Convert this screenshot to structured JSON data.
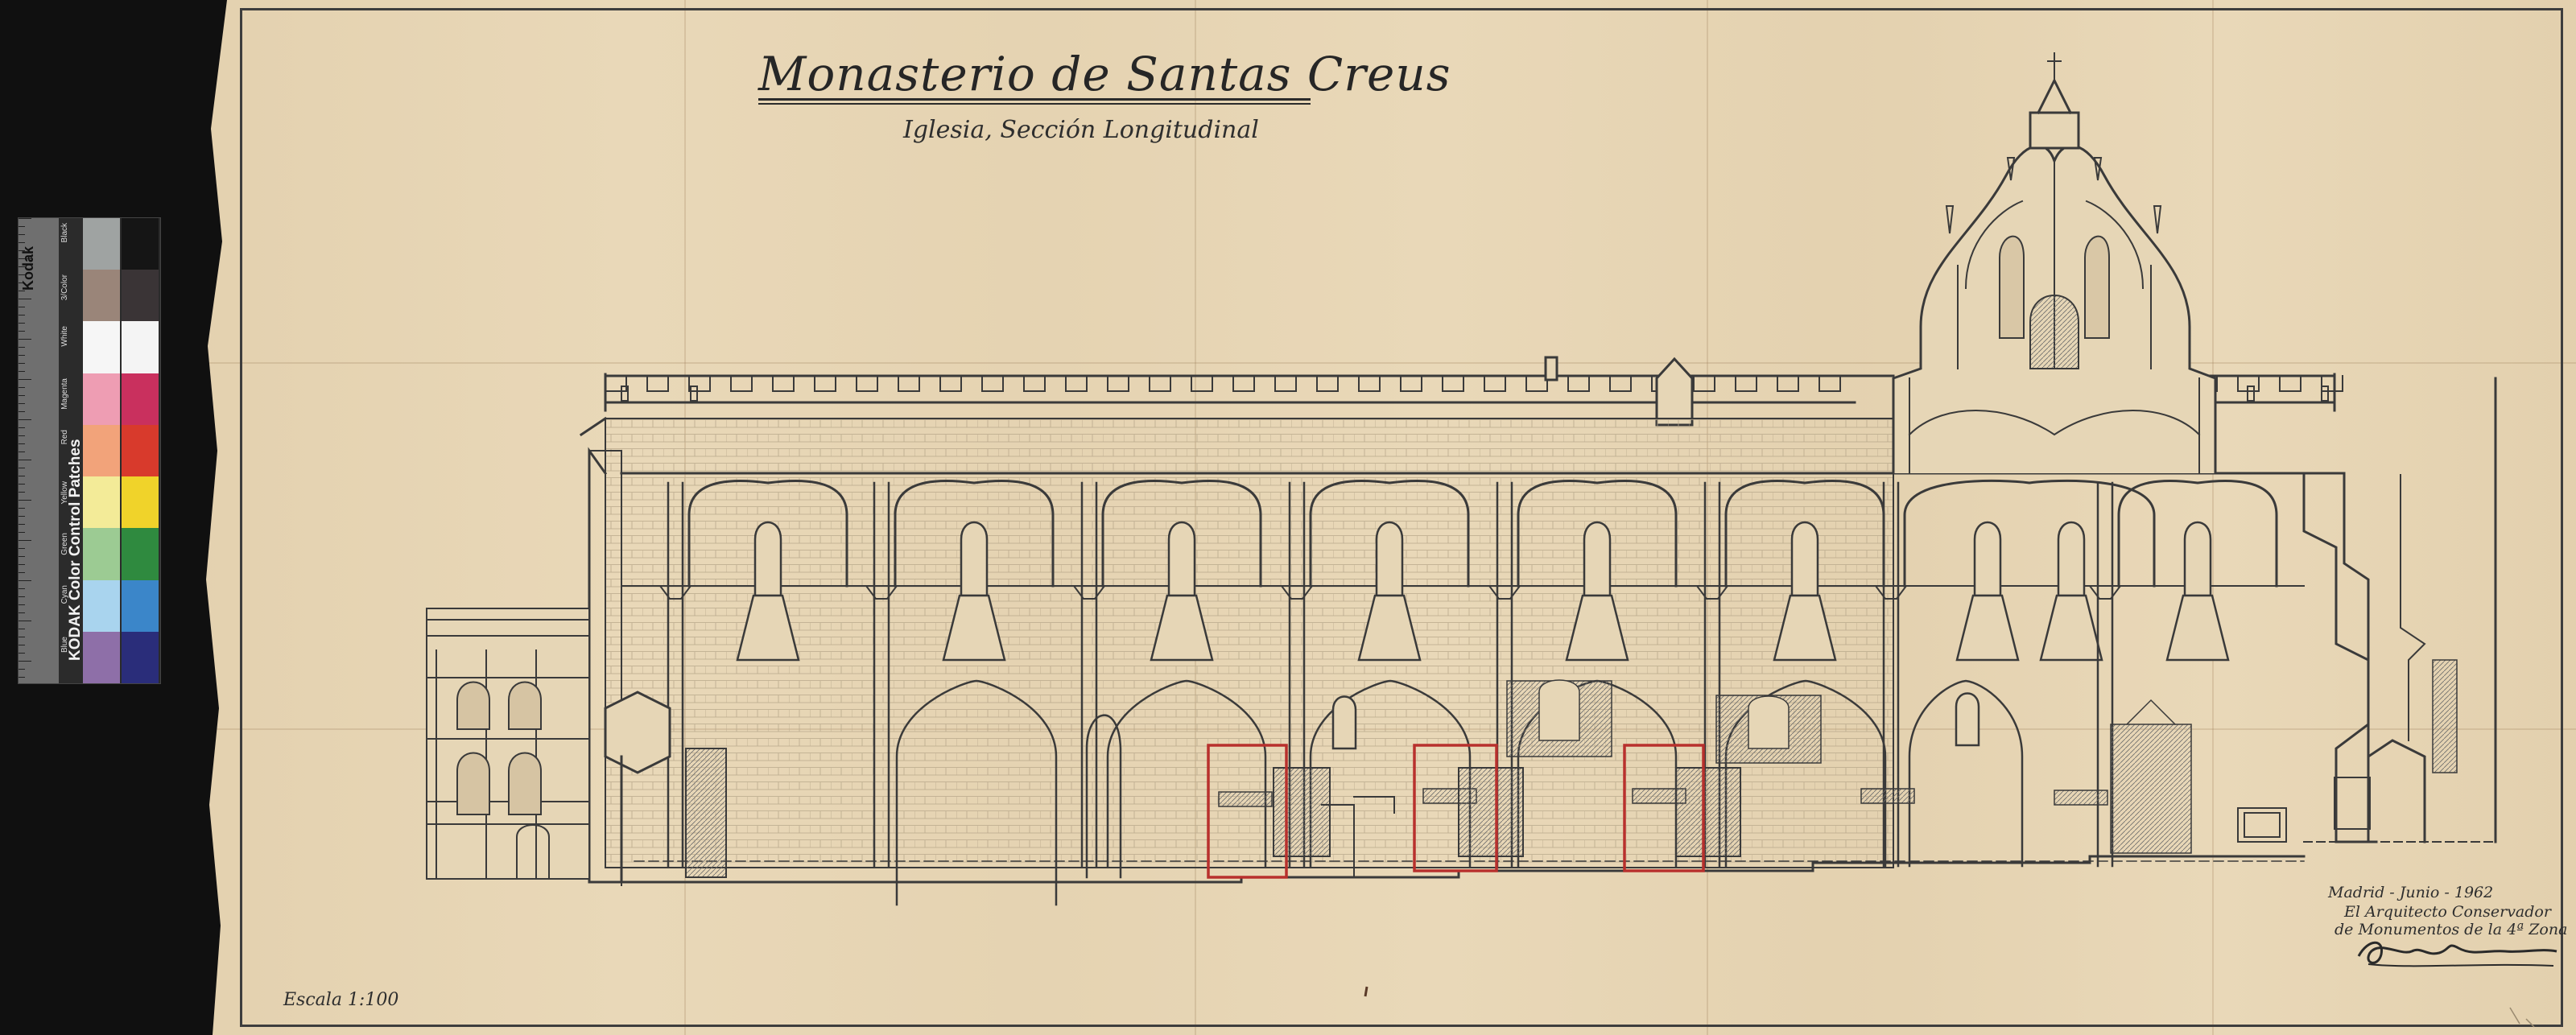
{
  "document": {
    "title": "Monasterio de Santas Creus",
    "subtitle": "Iglesia, Sección Longitudinal",
    "scale": "Escala 1:100",
    "date": "Madrid - Junio - 1962",
    "architect_line1": "El Arquitecto Conservador",
    "architect_line2": "de Monumentos de la 4ª Zona"
  },
  "color_strip": {
    "brand": "Kodak",
    "title": "KODAK Color Control Patches",
    "patches": [
      {
        "label": "Blue",
        "color": "#2a2d7a"
      },
      {
        "label": "Cyan",
        "color": "#3b86c9"
      },
      {
        "label": "Green",
        "color": "#2f8a3f"
      },
      {
        "label": "Yellow",
        "color": "#f0d32a"
      },
      {
        "label": "Red",
        "color": "#d83a2c"
      },
      {
        "label": "Magenta",
        "color": "#c9305e"
      },
      {
        "label": "White",
        "color": "#f4f4f4"
      },
      {
        "label": "3/Color",
        "color": "#3a3436"
      },
      {
        "label": "Black",
        "color": "#151515"
      }
    ],
    "left_column_colors": [
      "#8e6fa8",
      "#a9d4ee",
      "#9ccb93",
      "#f3eb98",
      "#f2a37a",
      "#ee9db3",
      "#f6f6f6",
      "#9a8579",
      "#9fa3a2"
    ]
  },
  "colors": {
    "paper": "#e9d8b8",
    "ink": "#3a3a3a",
    "red_outline": "#b8302d"
  }
}
